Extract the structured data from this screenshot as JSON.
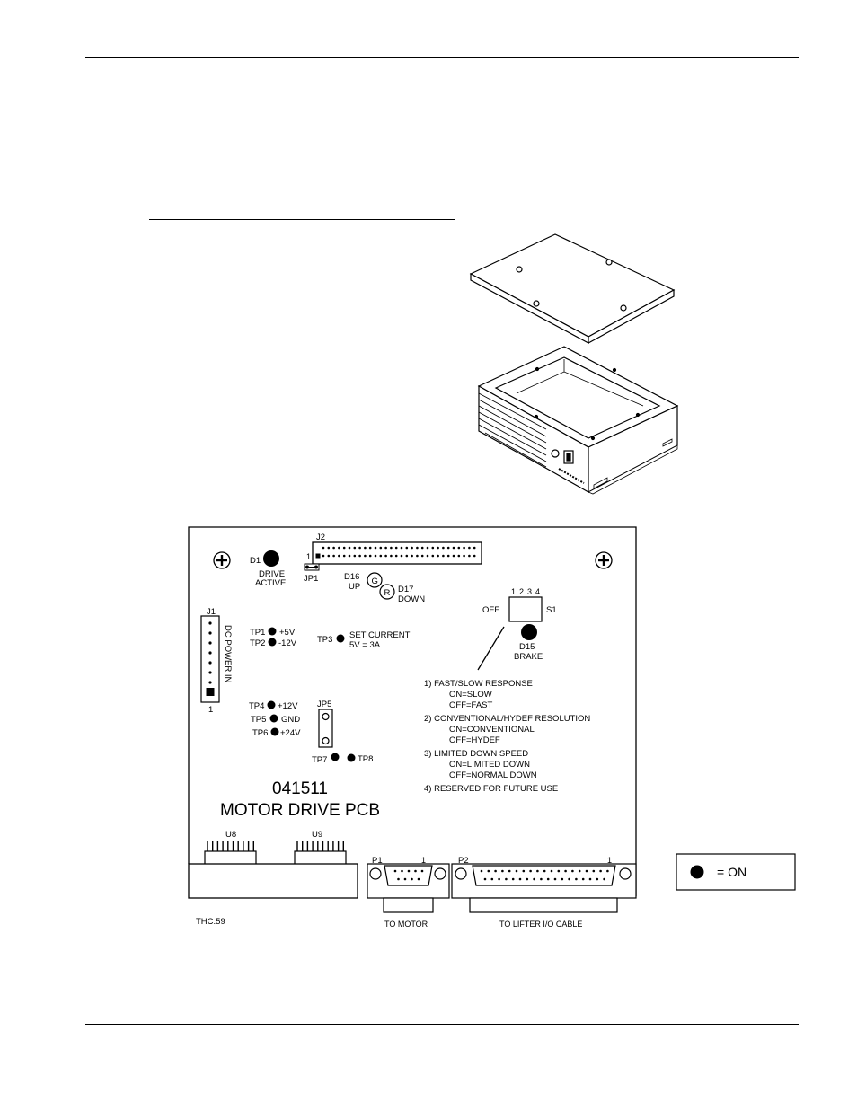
{
  "enclosure": {
    "description_shown": false
  },
  "pcb": {
    "j2": "J2",
    "j2_pin1": "1",
    "d1": "D1",
    "drive_active_1": "DRIVE",
    "drive_active_2": "ACTIVE",
    "jp1": "JP1",
    "d16": "D16",
    "d16_up": "UP",
    "d16_letter": "G",
    "d17": "D17",
    "d17_down": "DOWN",
    "d17_letter": "R",
    "s1": "S1",
    "off": "OFF",
    "s1_pins": [
      "1",
      "2",
      "3",
      "4"
    ],
    "d15": "D15",
    "brake": "BRAKE",
    "j1": "J1",
    "j1_pin1": "1",
    "dc_power_in": "DC POWER IN",
    "tp1": "TP1",
    "tp1_val": "+5V",
    "tp2": "TP2",
    "tp2_val": "-12V",
    "tp3": "TP3",
    "set_current_1": "SET CURRENT",
    "set_current_2": "5V = 3A",
    "tp4": "TP4",
    "tp4_val": "+12V",
    "tp5": "TP5",
    "tp5_val": "GND",
    "tp6": "TP6",
    "tp6_val": "+24V",
    "jp5": "JP5",
    "tp7": "TP7",
    "tp8": "TP8",
    "part_number": "041511",
    "board_name": "MOTOR DRIVE PCB",
    "u8": "U8",
    "u9": "U9",
    "p1": "P1",
    "p1_pin1": "1",
    "p2": "P2",
    "p2_pin1": "1",
    "to_motor": "TO MOTOR",
    "to_lifter": "TO LIFTER I/O CABLE",
    "figure_id": "THC.59"
  },
  "switch_notes": [
    {
      "title": "1) FAST/SLOW RESPONSE",
      "on": "ON=SLOW",
      "off": "OFF=FAST"
    },
    {
      "title": "2) CONVENTIONAL/HYDEF RESOLUTION",
      "on": "ON=CONVENTIONAL",
      "off": "OFF=HYDEF"
    },
    {
      "title": "3) LIMITED DOWN SPEED",
      "on": "ON=LIMITED DOWN",
      "off": "OFF=NORMAL DOWN"
    },
    {
      "title": "4) RESERVED FOR FUTURE USE"
    }
  ],
  "legend": {
    "label": "= ON"
  }
}
